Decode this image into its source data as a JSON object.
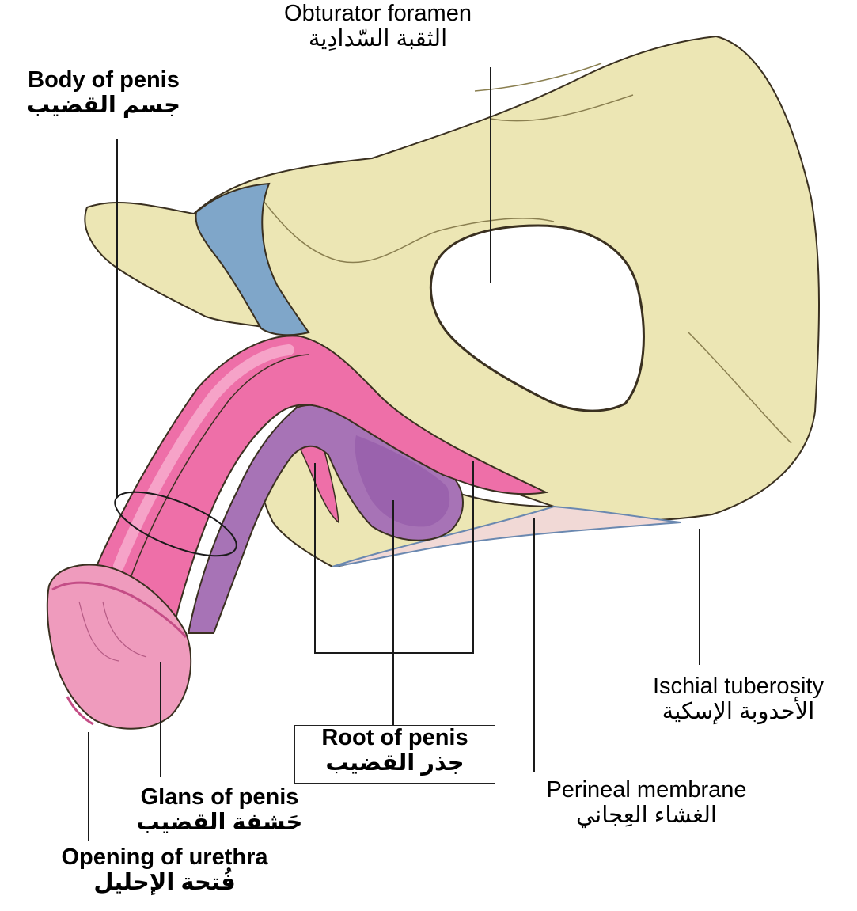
{
  "labels": {
    "obturator_foramen": {
      "en": "Obturator foramen",
      "ar": "الثقبة السّدادِية"
    },
    "body_of_penis": {
      "en": "Body of penis",
      "ar": "جسم القضيب"
    },
    "ischial_tuberosity": {
      "en": "Ischial tuberosity",
      "ar": "الأحدوبة الإسكية"
    },
    "root_of_penis": {
      "en": "Root of penis",
      "ar": "جذر القضيب"
    },
    "perineal_membrane": {
      "en": "Perineal membrane",
      "ar": "الغشاء العِجاني"
    },
    "glans_of_penis": {
      "en": "Glans of penis",
      "ar": "حَشفة القضيب"
    },
    "opening_of_urethra": {
      "en": "Opening of urethra",
      "ar": "فُتحة الإحليل"
    }
  },
  "colors": {
    "bone": "#ece6b4",
    "bone_shadow": "#d6cf96",
    "bone_outline": "#3a3020",
    "ligament": "#7fa6c9",
    "corpus": "#ee6fa8",
    "corpus_light": "#f6a3c8",
    "spongiosum": "#9a62ad",
    "crus_fill": "#a773b6",
    "glans": "#ef9bbd",
    "membrane": "#f1d9d6",
    "leader": "#1a1a1a"
  }
}
